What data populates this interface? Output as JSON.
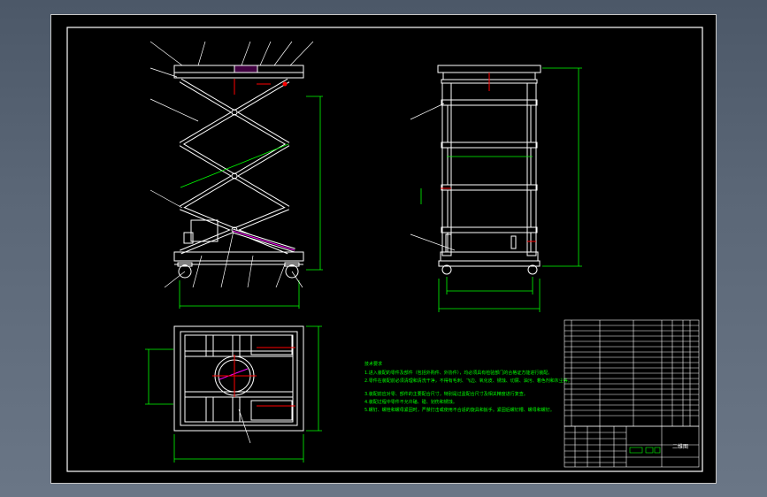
{
  "title_block": {
    "drawing_name": "二维图"
  },
  "technical_requirements": {
    "heading": "技术要求",
    "lines": [
      "1.进入装配的零件及部件（包括外购件、外协件），均必须具有检验部门的合格证方能进行装配。",
      "2.零件在装配前必须清理和清洗干净，不得有毛刺、飞边、氧化皮、锈蚀、切屑、油污、着色剂和灰尘等。",
      "3.装配前应对零、部件的主要配合尺寸，特别是过盈配合尺寸及相关精度进行复查。",
      "4.装配过程中零件不允许磕、碰、划伤和锈蚀。",
      "5.螺钉、螺栓和螺母紧固时，严禁打击或使用不合适的旋具和扳手。紧固后螺钉槽、螺母和螺钉。"
    ]
  },
  "colors": {
    "outline": "#ffffff",
    "dimension": "#00ff00",
    "leader": "#ffffff",
    "center_mark": "#ff0000",
    "hatch": "#ff00ff",
    "frame": "#ffffff"
  }
}
